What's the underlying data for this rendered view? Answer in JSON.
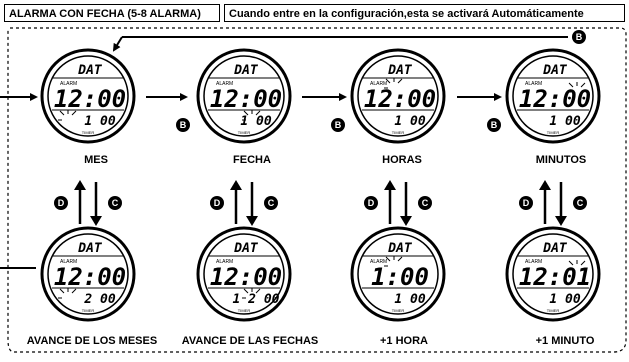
{
  "header": {
    "title": "ALARMA CON FECHA (5-8 ALARMA)",
    "note": "Cuando entre en la configuración,esta se activará Automáticamente"
  },
  "watch_display": {
    "top_text": "DAT",
    "alarm_text": "ALARM",
    "main_time": "12:00",
    "sub_text": "1  00",
    "small_text": "TIMER"
  },
  "buttons": {
    "b": "B",
    "c": "C",
    "d": "D"
  },
  "steps": [
    {
      "label": "MES",
      "result_label": "AVANCE DE LOS MESES",
      "result_time": "12:00",
      "result_sub": "2  00"
    },
    {
      "label": "FECHA",
      "result_label": "AVANCE DE LAS FECHAS",
      "result_time": "12:00",
      "result_sub": "1 2 00"
    },
    {
      "label": "HORAS",
      "result_label": "+1 HORA",
      "result_time": "1:00",
      "result_sub": "1  00"
    },
    {
      "label": "MINUTOS",
      "result_label": "+1 MINUTO",
      "result_time": "12:01",
      "result_sub": "1  00"
    }
  ]
}
